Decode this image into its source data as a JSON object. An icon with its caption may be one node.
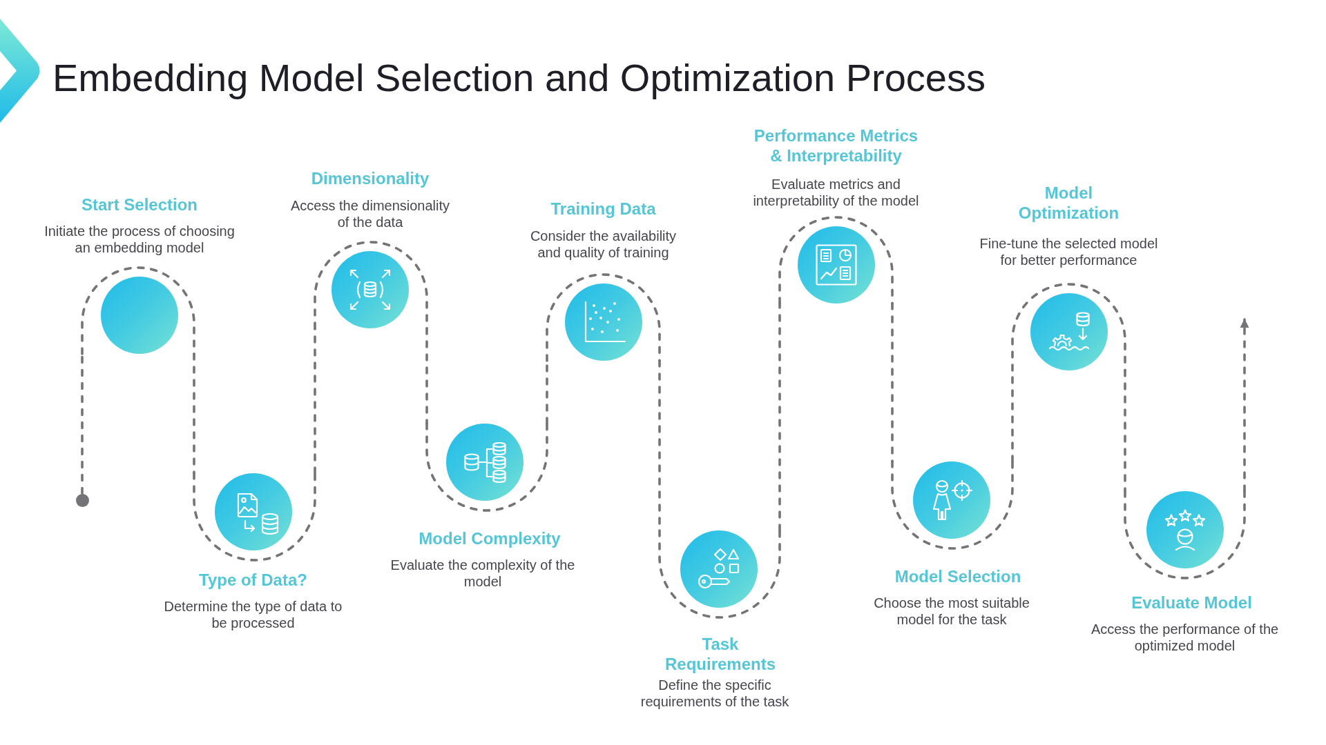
{
  "diagram": {
    "title": "Embedding Model Selection and Optimization Process",
    "nodes": [
      {
        "text": [],
        "shape": "circle"
      },
      {
        "text": [
          "Start Selection",
          "Initiate the process of choosing an embedding model"
        ]
      },
      {
        "text": [
          "Type of Data?",
          "Determine the type of data to be processed"
        ]
      },
      {
        "text": [
          "Dimensionality",
          "Access the dimensionality of the data"
        ]
      },
      {
        "text": [
          "Model Complexity",
          "Evaluate the complexity of the model"
        ]
      },
      {
        "text": [
          "Training Data",
          "Consider the availability and quality of training"
        ]
      },
      {
        "text": [
          "Task Requirements",
          "Define the specific requirements of the task"
        ]
      },
      {
        "text": [
          "Performance Metrics & Interpretability",
          "Evaluate metrics and interpretability of the model"
        ]
      },
      {
        "text": [
          "Model Selection",
          "Choose the most suitable model for the task"
        ]
      },
      {
        "text": [
          "Model Optimization",
          "Fine-tune the selected model for better performance"
        ]
      },
      {
        "text": [
          "Evaluate Model",
          "Access the performance of the optimized model"
        ]
      }
    ],
    "edges": [
      {
        "from": 0,
        "to": 1,
        "arrow": "none",
        "style": "dashed"
      },
      {
        "from": 1,
        "to": 2,
        "arrow": "none",
        "style": "dashed"
      },
      {
        "from": 2,
        "to": 3,
        "arrow": "none",
        "style": "dashed"
      },
      {
        "from": 3,
        "to": 4,
        "arrow": "none",
        "style": "dashed"
      },
      {
        "from": 4,
        "to": 5,
        "arrow": "none",
        "style": "dashed"
      },
      {
        "from": 5,
        "to": 6,
        "arrow": "none",
        "style": "dashed"
      },
      {
        "from": 6,
        "to": 7,
        "arrow": "none",
        "style": "dashed"
      },
      {
        "from": 7,
        "to": 8,
        "arrow": "none",
        "style": "dashed"
      },
      {
        "from": 8,
        "to": 9,
        "arrow": "none",
        "style": "dashed"
      },
      {
        "from": 9,
        "to": 10,
        "arrow": "none",
        "style": "dashed"
      },
      {
        "from": 10,
        "to": null,
        "arrow": "to",
        "style": "dashed"
      }
    ]
  }
}
